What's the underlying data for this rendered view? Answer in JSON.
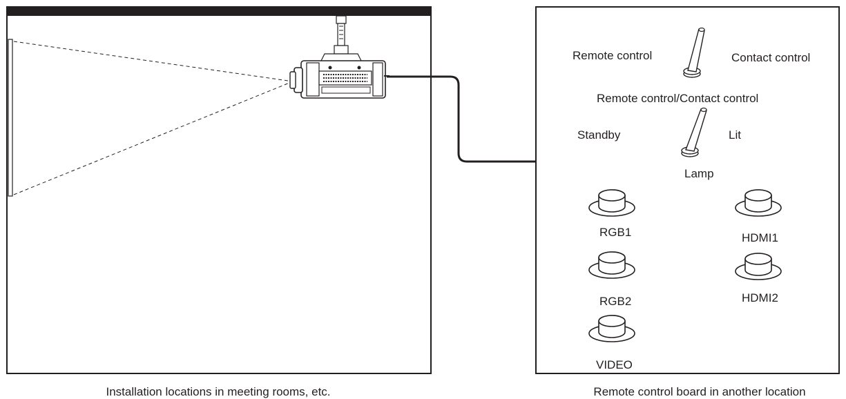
{
  "room": {
    "caption": "Installation locations in meeting rooms, etc.",
    "screen_icon": "projection-screen",
    "projector_icon": "ceiling-mounted-projector"
  },
  "board": {
    "caption": "Remote control board in another location",
    "switch1": {
      "left_label": "Remote control",
      "right_label": "Contact control",
      "name": "Remote control/Contact control"
    },
    "switch2": {
      "left_label": "Standby",
      "right_label": "Lit",
      "name": "Lamp"
    },
    "buttons": [
      "RGB1",
      "HDMI1",
      "RGB2",
      "HDMI2",
      "VIDEO"
    ]
  },
  "colors": {
    "line": "#231f20",
    "background": "#ffffff"
  }
}
